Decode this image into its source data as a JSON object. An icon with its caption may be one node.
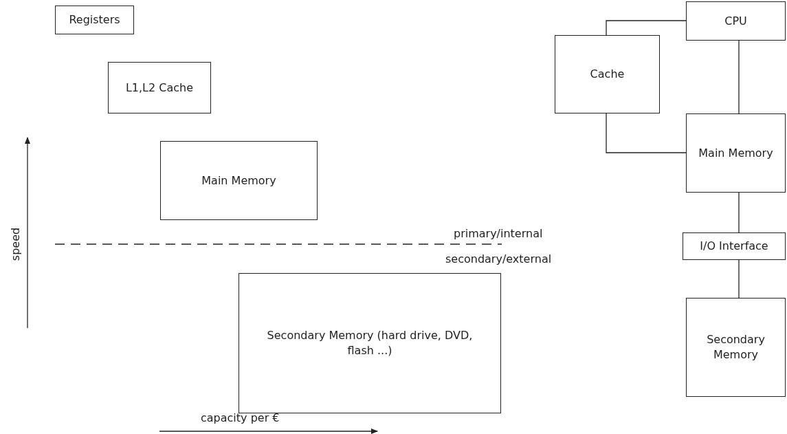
{
  "diagram": {
    "nodes": [
      {
        "text": [
          "Registers"
        ]
      },
      {
        "text": [
          "L1,L2 Cache"
        ]
      },
      {
        "text": [
          "Main Memory"
        ]
      },
      {
        "text": [
          "Secondary Memory (hard drive, DVD, flash ...)"
        ]
      },
      {
        "text": [
          "CPU"
        ]
      },
      {
        "text": [
          "Cache"
        ]
      },
      {
        "text": [
          "Main Memory"
        ]
      },
      {
        "text": [
          "I/O Interface"
        ]
      },
      {
        "text": [
          "Secondary Memory"
        ]
      }
    ],
    "edges": [
      {
        "from": 4,
        "to": 5,
        "arrow": "none"
      },
      {
        "from": 5,
        "to": 6,
        "arrow": "none"
      },
      {
        "from": 4,
        "to": 6,
        "arrow": "none"
      },
      {
        "from": 6,
        "to": 7,
        "arrow": "none"
      },
      {
        "from": 7,
        "to": 8,
        "arrow": "none"
      }
    ],
    "labels": [
      "primary/internal",
      "secondary/external",
      "speed",
      "capacity per €"
    ]
  }
}
